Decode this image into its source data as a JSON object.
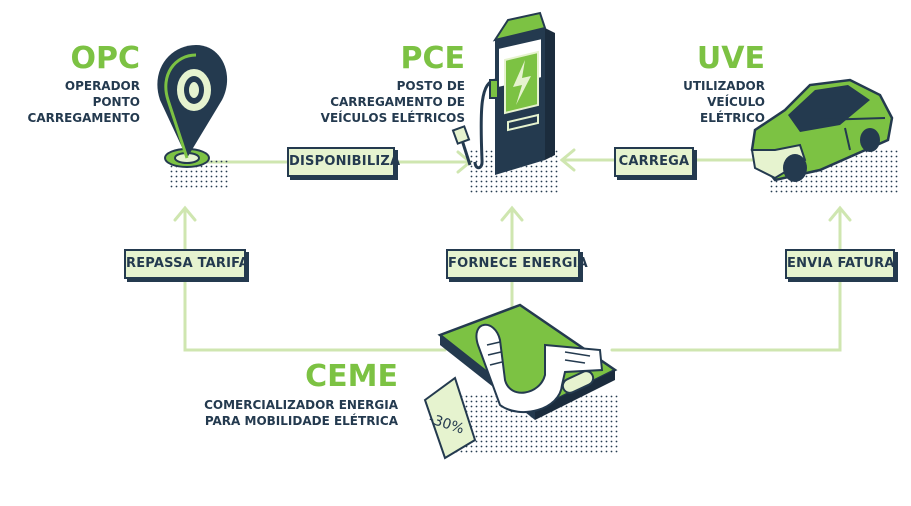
{
  "actors": {
    "opc": {
      "code": "OPC",
      "lines": [
        "OPERADOR",
        "PONTO",
        "CARREGAMENTO"
      ]
    },
    "pce": {
      "code": "PCE",
      "lines": [
        "POSTO DE",
        "CARREGAMENTO DE",
        "VEÍCULOS ELÉTRICOS"
      ]
    },
    "uve": {
      "code": "UVE",
      "lines": [
        "UTILIZADOR",
        "VEÍCULO",
        "ELÉTRICO"
      ]
    },
    "ceme": {
      "code": "CEME",
      "lines": [
        "COMERCIALIZADOR ENERGIA",
        "PARA MOBILIDADE ELÉTRICA"
      ]
    }
  },
  "flows": {
    "disponibiliza": "DISPONIBILIZA",
    "carrega": "CARREGA",
    "repassa_tarifa": "REPASSA TARIFA",
    "fornece_energia": "FORNECE ENERGIA",
    "envia_fatura": "ENVIA FATURA"
  },
  "receipt_discount": "-30%",
  "colors": {
    "green": "#7cc243",
    "light_green": "#e6f3cf",
    "navy": "#243a4f",
    "line": "#cfe6b0"
  }
}
